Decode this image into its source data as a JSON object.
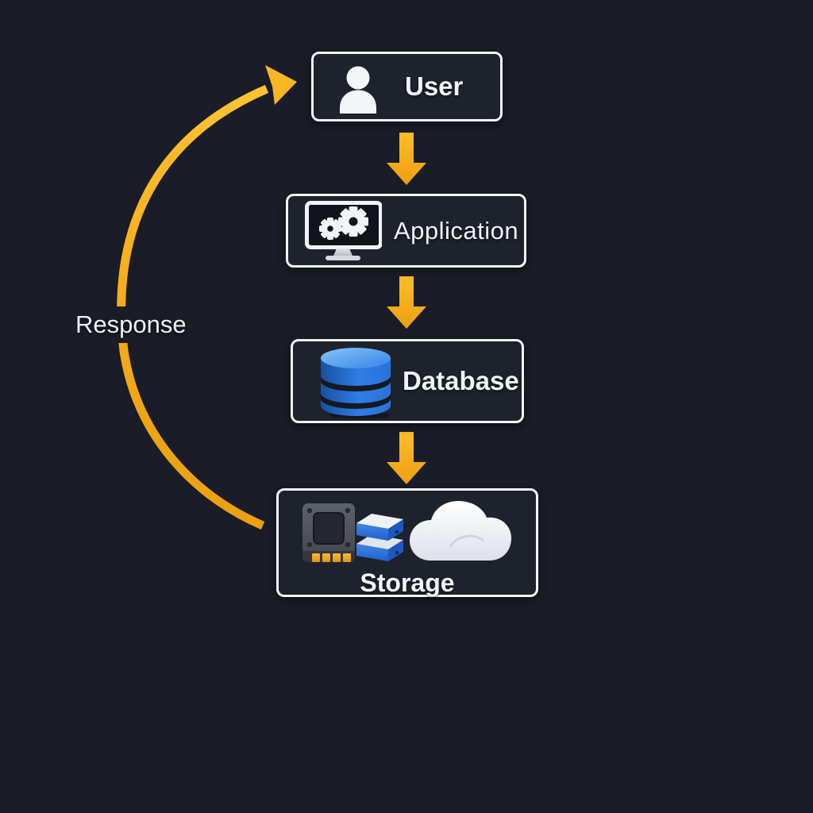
{
  "flow": {
    "nodes": [
      {
        "id": "user",
        "label": "User",
        "icon": "user-icon"
      },
      {
        "id": "application",
        "label": "Application",
        "icon": "monitor-gears-icon"
      },
      {
        "id": "database",
        "label": "Database",
        "icon": "database-cylinder-icon"
      },
      {
        "id": "storage",
        "label": "Storage",
        "icons": [
          "ssd-icon",
          "disk-stack-icon",
          "cloud-icon"
        ]
      }
    ],
    "edges": [
      {
        "from": "user",
        "to": "application",
        "style": "block-arrow-down"
      },
      {
        "from": "application",
        "to": "database",
        "style": "block-arrow-down"
      },
      {
        "from": "database",
        "to": "storage",
        "style": "block-arrow-down"
      },
      {
        "from": "storage",
        "to": "user",
        "style": "curved-arrow",
        "label": "Response"
      }
    ]
  },
  "colors": {
    "background": "#1a1d27",
    "box_fill": "#1e222d",
    "box_border": "#f2f4f8",
    "text": "#f1f4f8",
    "arrow": "#f6b01c",
    "arrow_light": "#ffc535",
    "arrow_dark": "#e89d0f",
    "database_blue": "#2e7ce5",
    "database_blue_top": "#46a0ee",
    "disk_blue": "#3f86ea",
    "ssd_gray": "#53565c",
    "cloud_white": "#f2f4f8",
    "pin_orange": "#f0a52a"
  }
}
